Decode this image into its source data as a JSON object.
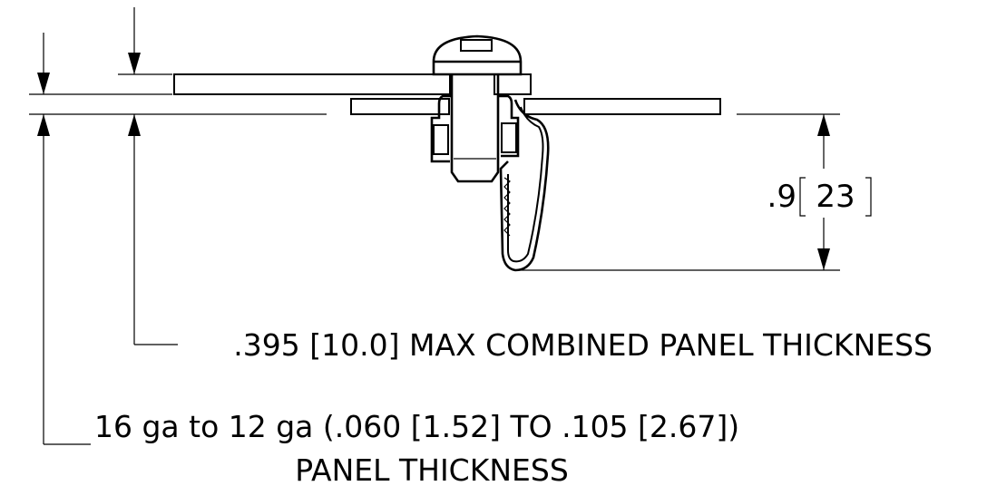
{
  "dimensions": {
    "height_imperial": ".9",
    "height_metric": "23",
    "max_combined": ".395 [10.0] MAX COMBINED PANEL THICKNESS",
    "panel_range_line1": "16 ga to 12 ga (.060 [1.52] TO .105 [2.67])",
    "panel_range_line2": "PANEL THICKNESS"
  },
  "colors": {
    "line": "#000000",
    "background": "#ffffff"
  }
}
